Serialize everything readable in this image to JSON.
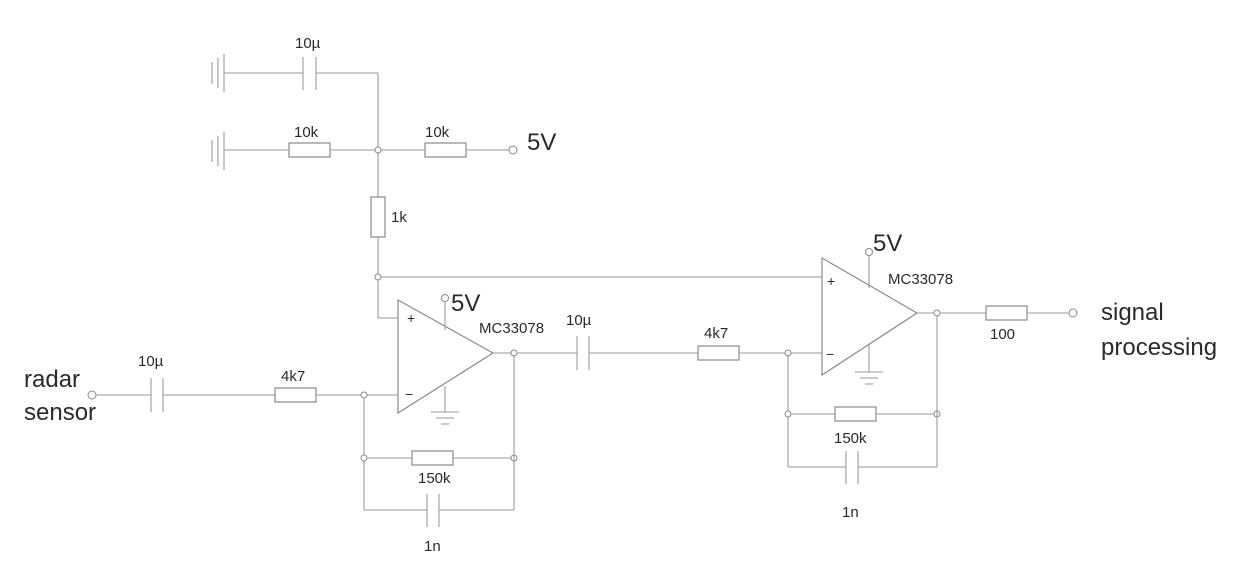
{
  "labels": {
    "c_top": "10µ",
    "r_top_left": "10k",
    "r_top_right": "10k",
    "supply_top": "5V",
    "r_divider": "1k",
    "supply_op1": "5V",
    "opamp1": "MC33078",
    "c_couple": "10µ",
    "r_in2": "4k7",
    "supply_op2": "5V",
    "opamp2": "MC33078",
    "r_out": "100",
    "out_line1": "signal",
    "out_line2": "processing",
    "in_line1": "radar",
    "in_line2": "sensor",
    "c_in": "10µ",
    "r_in1": "4k7",
    "r_fb1": "150k",
    "c_fb1": "1n",
    "r_fb2": "150k",
    "c_fb2": "1n",
    "plus": "+",
    "minus": "−"
  }
}
